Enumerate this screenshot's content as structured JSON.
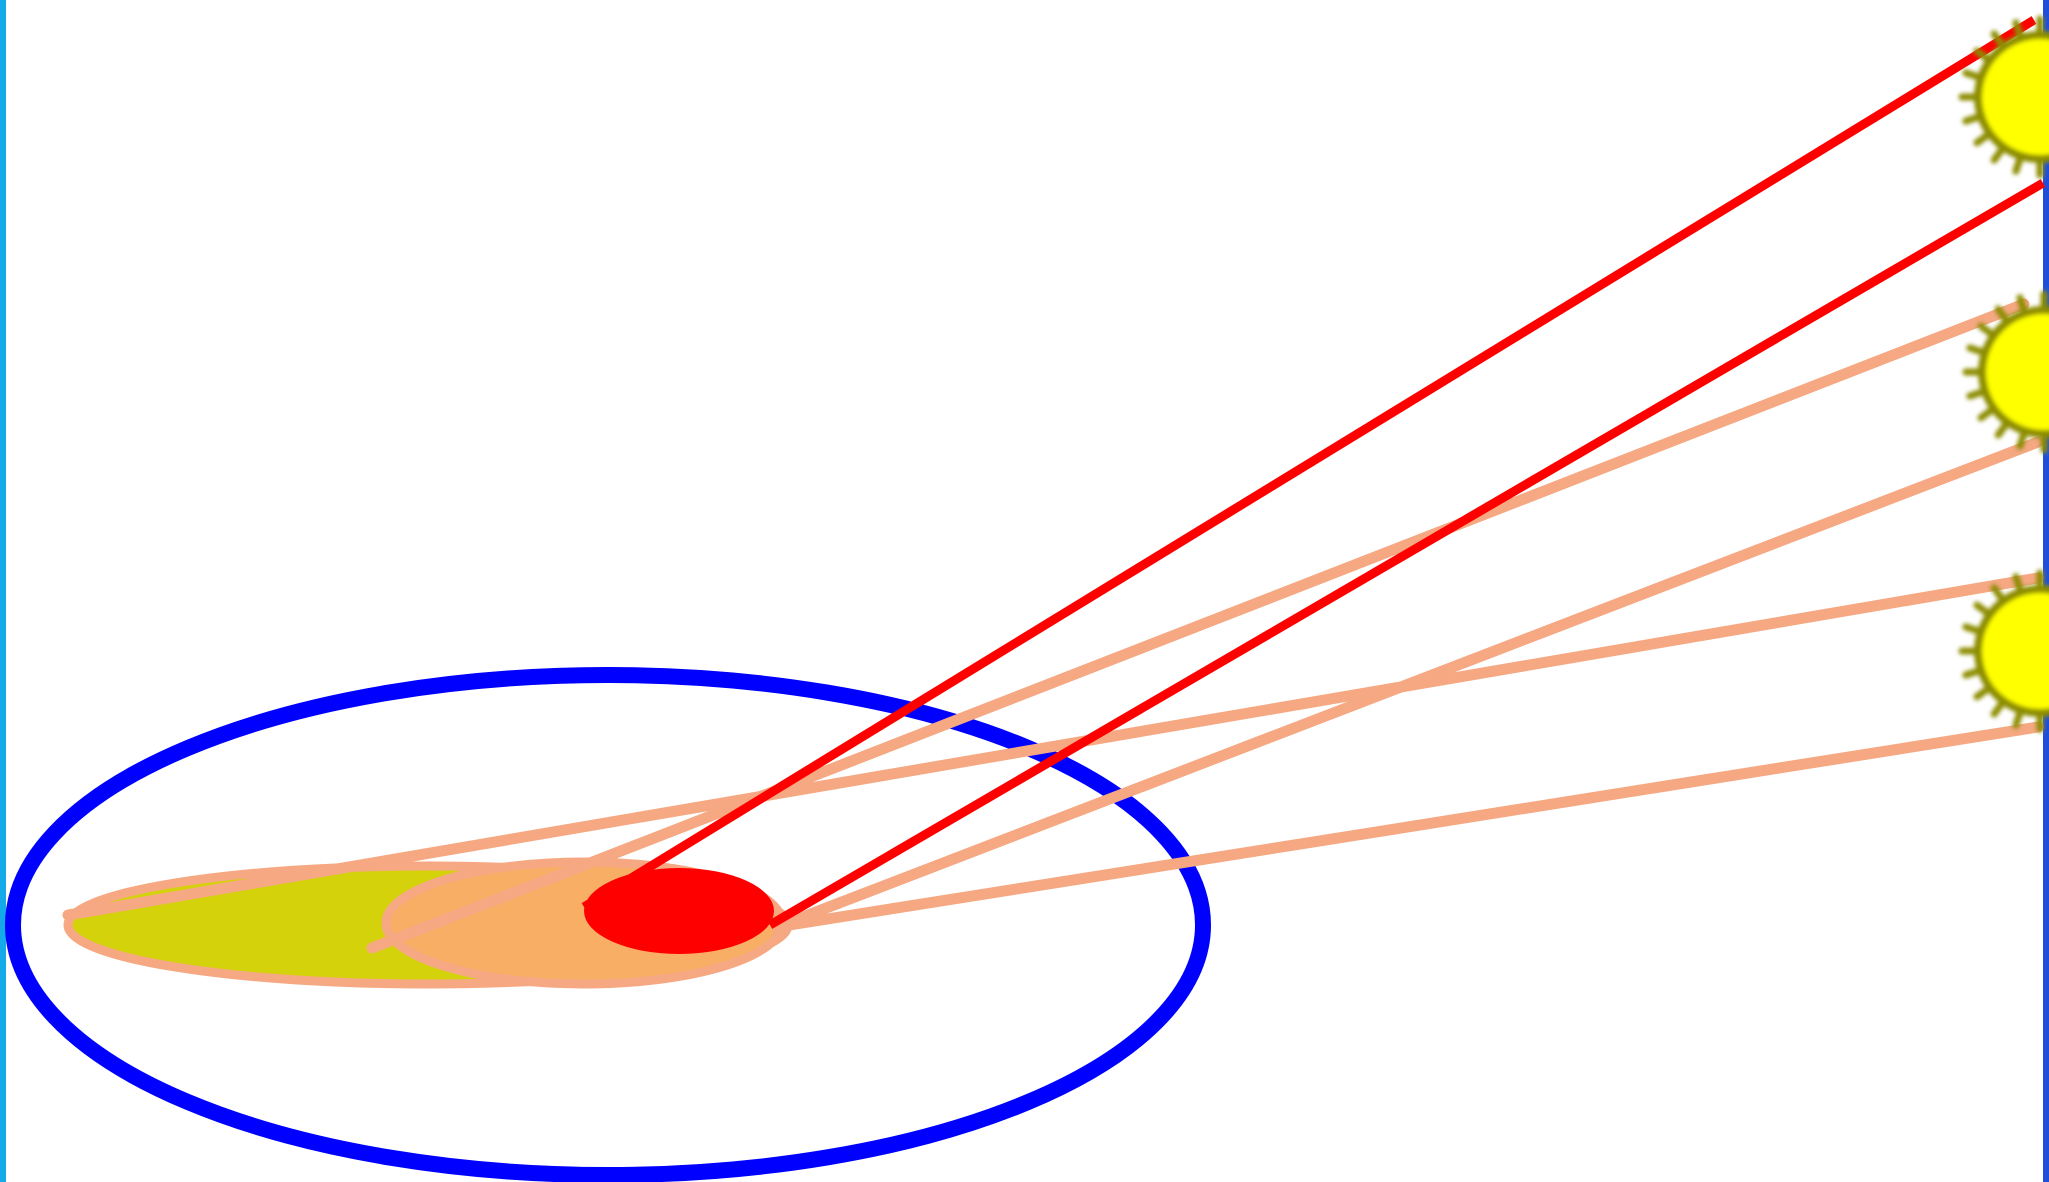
{
  "diagram": {
    "kind": "light-beam-projection",
    "colors": {
      "background": "#ffffff",
      "frame": "#14a9e8",
      "frame_right": "#1f4fd8",
      "outer_ellipse": "#0000ff",
      "primary_beam": "#ff0000",
      "primary_spot": "#ff0000",
      "secondary_beam": "#f5a882",
      "secondary_spot_fill": "#f8ae64",
      "tertiary_spot_fill": "#d4d20a",
      "sun_fill": "#ffff00",
      "sun_ray": "#8c8c00"
    },
    "elements": {
      "outer_ellipse": "outer-boundary",
      "primary_spot": "primary-spot",
      "secondary_spot": "secondary-spot",
      "tertiary_spot": "tertiary-spot",
      "primary_beam": "primary-beam",
      "secondary_beam": "secondary-beam",
      "tertiary_beam": "tertiary-beam"
    },
    "icons": [
      "sun-icon",
      "sun-icon",
      "sun-icon"
    ]
  }
}
